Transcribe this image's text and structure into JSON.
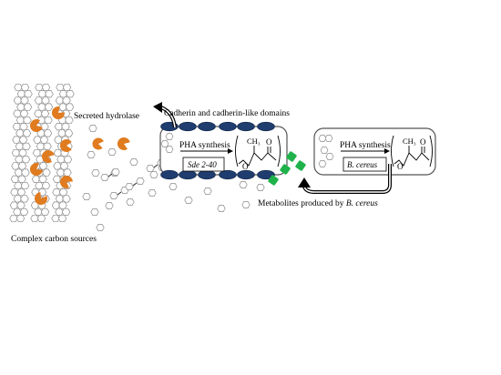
{
  "labels": {
    "secreted_hydrolase": "Secreted hydrolase",
    "complex_carbon": "Complex carbon sources",
    "cadherin": "Cadherin and cadherin-like domains",
    "metabolites_prefix": "Metabolites produced by ",
    "metabolites_species": "B. cereus"
  },
  "cell_left": {
    "pha_label": "PHA synthesis",
    "strain": "Sde 2-40",
    "ch3": "CH₃",
    "o_ring": "O",
    "o_carbonyl": "O"
  },
  "cell_right": {
    "pha_label": "PHA synthesis",
    "strain": "B. cereus",
    "ch3": "CH₃",
    "o_ring": "O",
    "o_carbonyl": "O"
  },
  "colors": {
    "hydrolase": "#e07b1f",
    "cadherin": "#1f3d6e",
    "metabolite": "#1fb24a",
    "hexagon_stroke": "#8a8a8a",
    "cell_border": "#555555"
  }
}
